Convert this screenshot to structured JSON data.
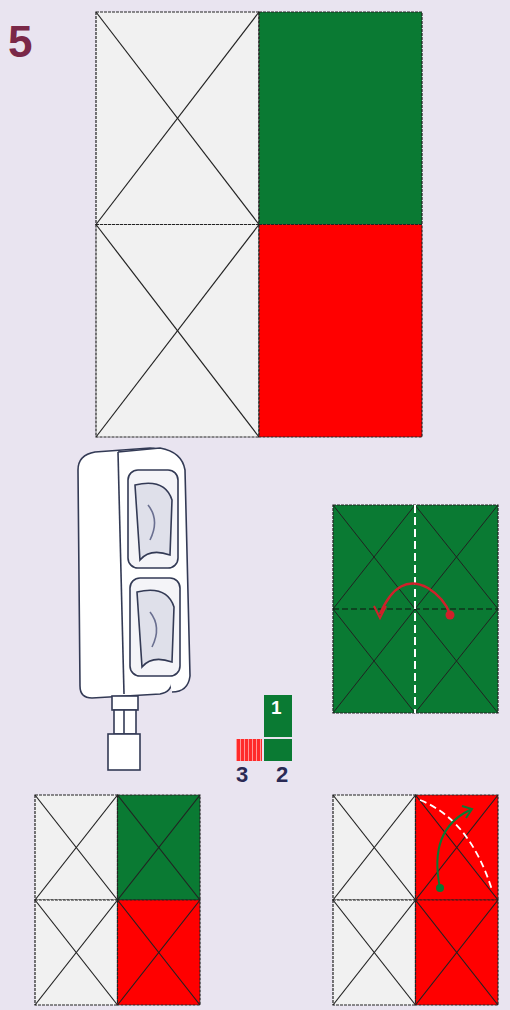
{
  "diagram": {
    "labels": [
      "5",
      "1",
      "3",
      "2"
    ]
  }
}
